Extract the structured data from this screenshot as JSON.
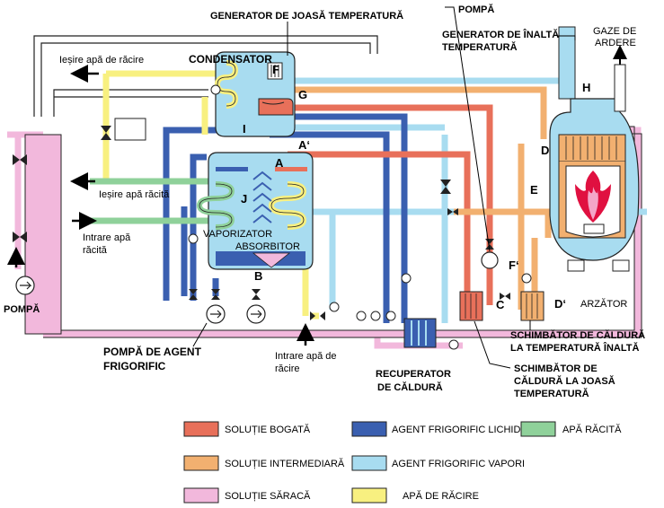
{
  "labels": {
    "low_temp_generator": "GENERATOR DE JOASĂ TEMPERATURĂ",
    "pump_top": "POMPĂ",
    "high_temp_generator_1": "GENERATOR DE ÎNALTĂ",
    "high_temp_generator_2": "TEMPERATURĂ",
    "flue_gas_1": "GAZE DE",
    "flue_gas_2": "ARDERE",
    "cooling_water_out": "Ieșire apă de răcire",
    "condenser": "CONDENSATOR",
    "chilled_water_out": "Ieșire apă răcită",
    "chilled_water_in_1": "Intrare apă",
    "chilled_water_in_2": "răcită",
    "evaporator": "VAPORIZATOR",
    "absorber": "ABSORBITOR",
    "pump_left": "POMPĂ",
    "refrigerant_pump_1": "POMPĂ DE AGENT",
    "refrigerant_pump_2": "FRIGORIFIC",
    "cooling_water_in_1": "Intrare apă de",
    "cooling_water_in_2": "răcire",
    "heat_recovery_1": "RECUPERATOR",
    "heat_recovery_2": "DE CĂLDURĂ",
    "ht_exchanger_1": "SCHIMBĂTOR DE CĂLDURĂ",
    "ht_exchanger_2": "LA TEMPERATURĂ ÎNALTĂ",
    "lt_exchanger_1": "SCHIMBĂTOR DE",
    "lt_exchanger_2": "CĂLDURĂ LA JOASĂ",
    "lt_exchanger_3": "TEMPERATURĂ",
    "burner": "ARZĂTOR"
  },
  "letters": {
    "A": "A",
    "A_prime": "A‘",
    "B": "B",
    "C": "C",
    "D": "D",
    "D_prime": "D‘",
    "E": "E",
    "F": "F",
    "F_prime": "F‘",
    "G": "G",
    "H": "H",
    "I": "I",
    "J": "J"
  },
  "legend": [
    {
      "key": "rich",
      "label": "SOLUȚIE BOGATĂ",
      "color": "#e8705a"
    },
    {
      "key": "liquid",
      "label": "AGENT FRIGORIFIC LICHID",
      "color": "#3a5fb0"
    },
    {
      "key": "chilled",
      "label": "APĂ RĂCITĂ",
      "color": "#8fd19a"
    },
    {
      "key": "intermediate",
      "label": "SOLUȚIE INTERMEDIARĂ",
      "color": "#f2b070"
    },
    {
      "key": "vapor",
      "label": "AGENT FRIGORIFIC VAPORI",
      "color": "#a8dcf0"
    },
    {
      "key": "poor",
      "label": "SOLUȚIE SĂRACĂ",
      "color": "#f2b8dc"
    },
    {
      "key": "cooling",
      "label": "APĂ DE RĂCIRE",
      "color": "#f8f080"
    }
  ],
  "colors": {
    "rich": "#e8705a",
    "liquid": "#3a5fb0",
    "chilled": "#8fd19a",
    "intermediate": "#f2b070",
    "vapor": "#a8dcf0",
    "poor": "#f2b8dc",
    "cooling": "#f8f080",
    "outline": "#1a1a1a"
  }
}
